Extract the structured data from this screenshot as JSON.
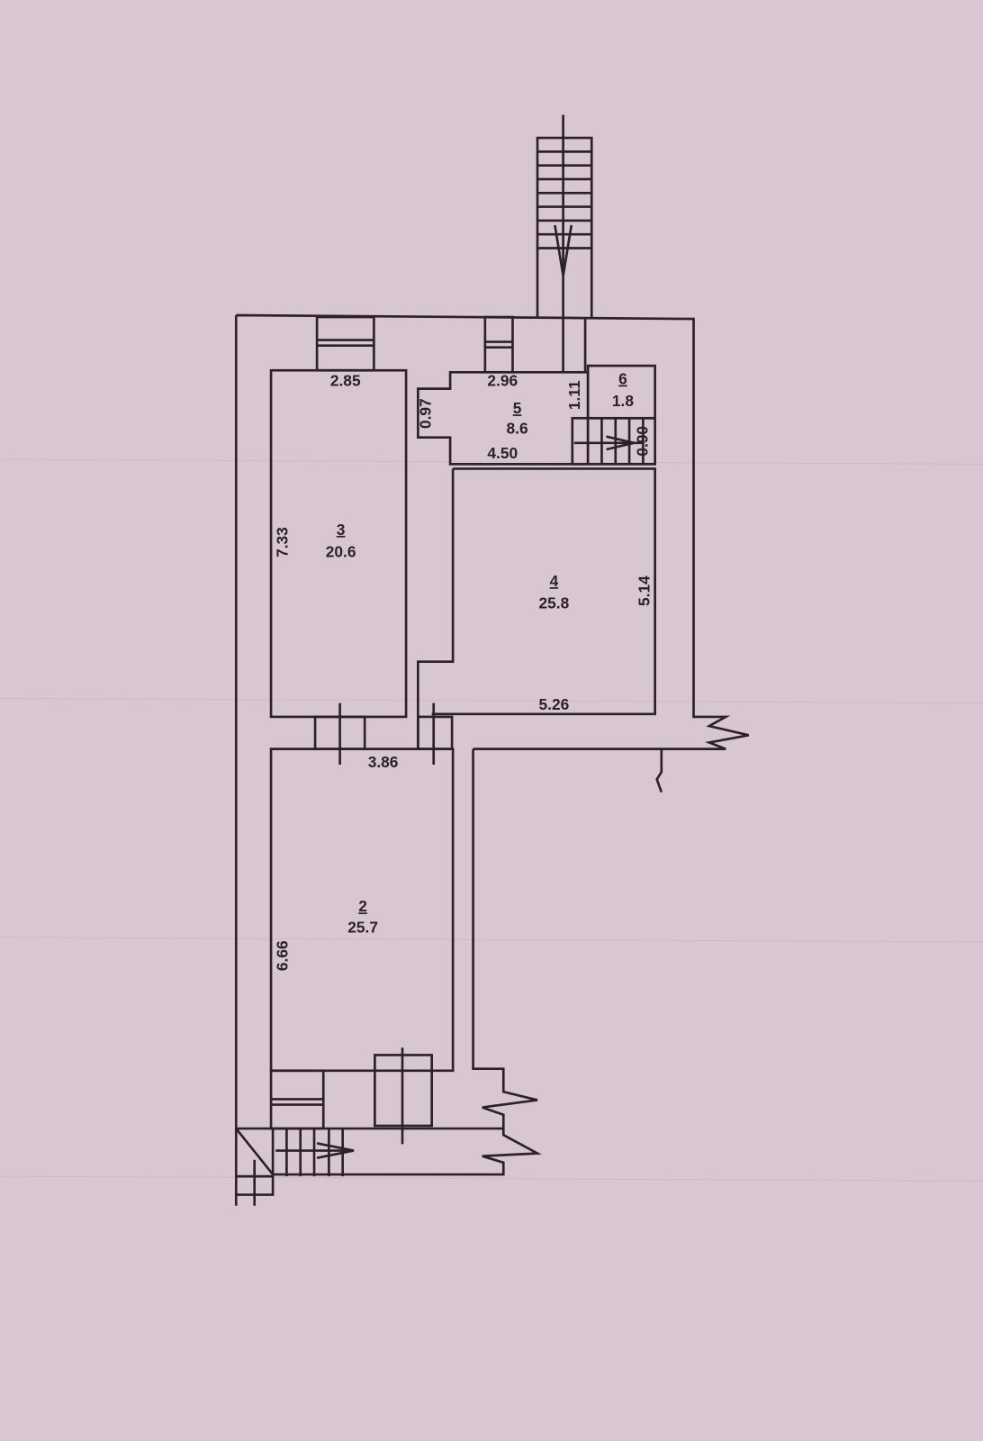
{
  "rooms": [
    {
      "number": "2",
      "area": "25.7",
      "dims": [
        "3.86",
        "6.66"
      ]
    },
    {
      "number": "3",
      "area": "20.6",
      "dims": [
        "2.85",
        "7.33"
      ]
    },
    {
      "number": "4",
      "area": "25.8",
      "dims": [
        "5.26",
        "5.14"
      ]
    },
    {
      "number": "5",
      "area": "8.6",
      "dims": [
        "2.96",
        "4.50",
        "0.97",
        "1.11"
      ]
    },
    {
      "number": "6",
      "area": "1.8",
      "dims": [
        "0.90"
      ]
    }
  ],
  "colors": {
    "paper": "#d9c6d3",
    "ink": "#2a2228"
  }
}
